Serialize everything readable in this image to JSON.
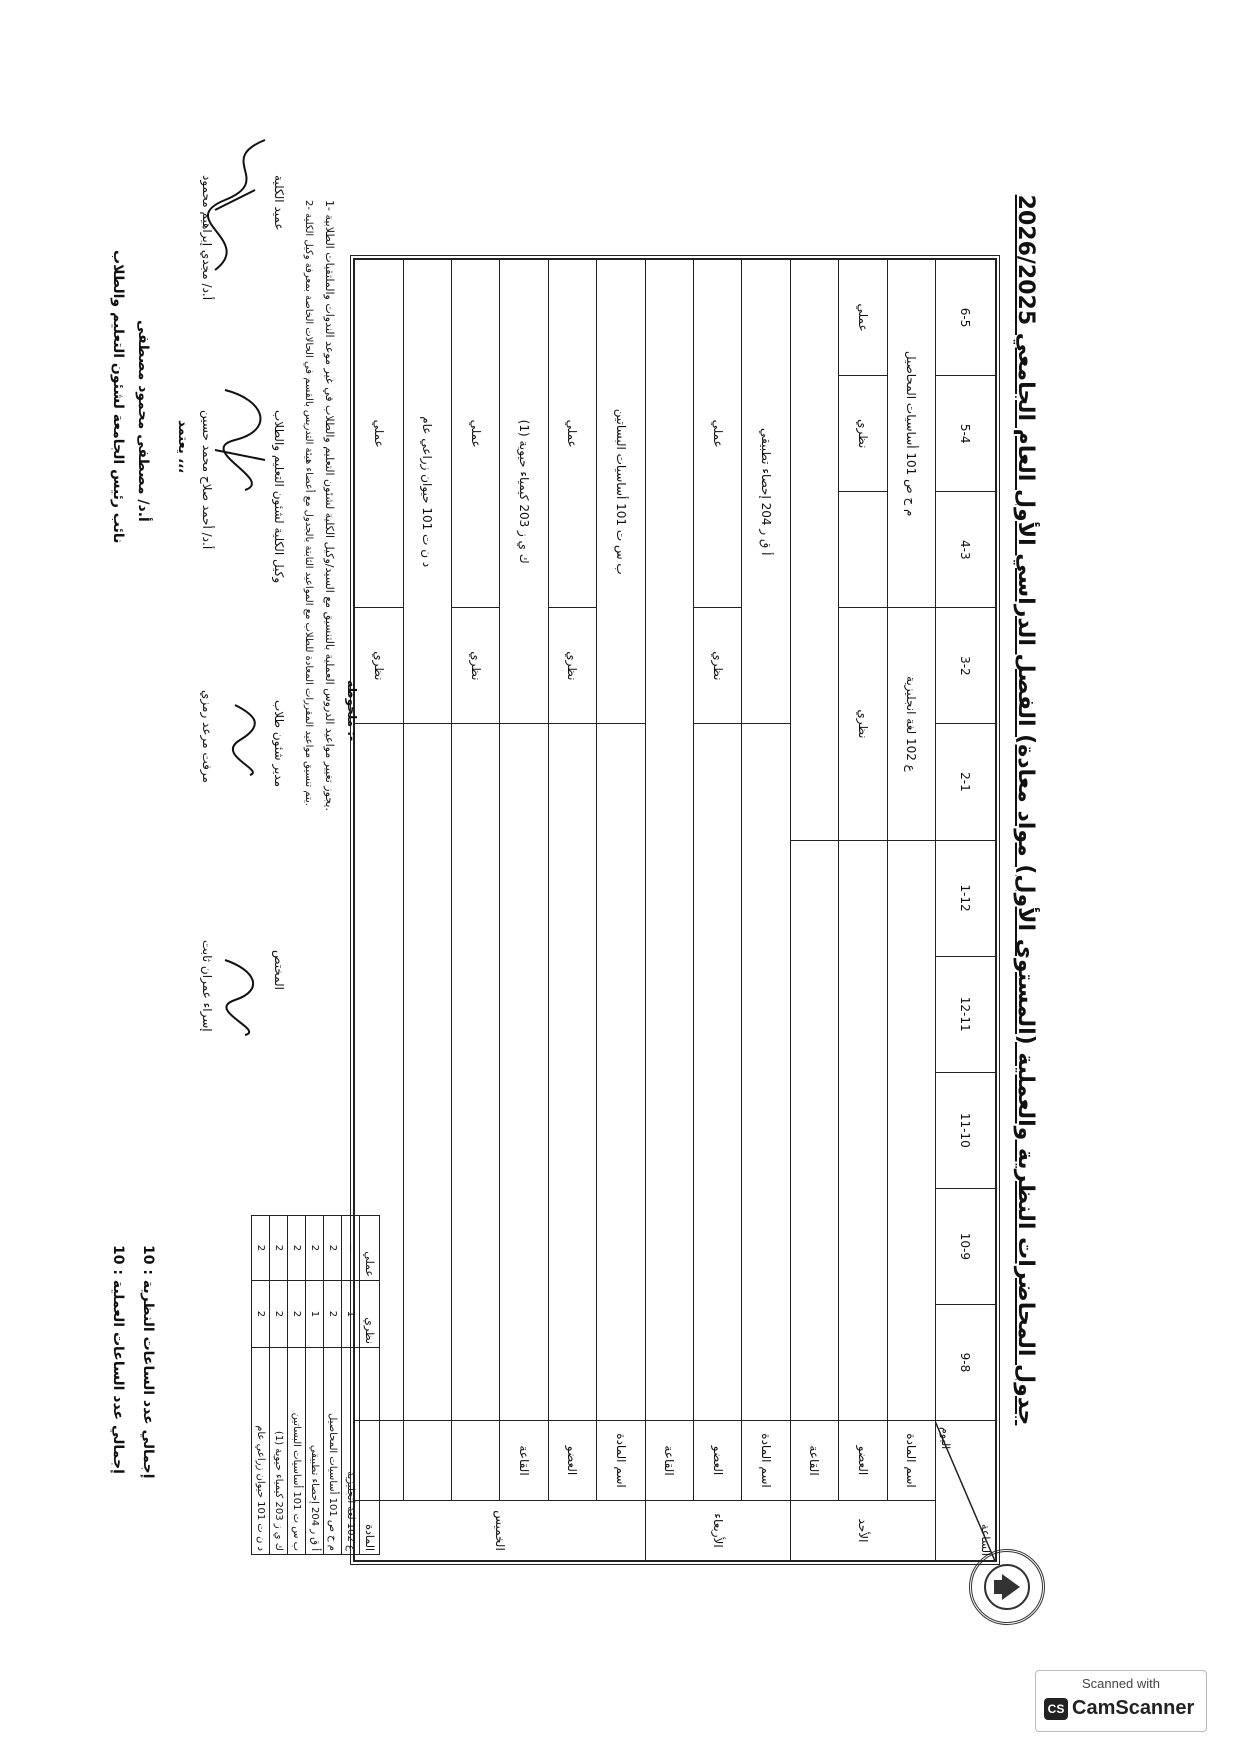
{
  "title": "جدول المحاضرات النظرية والعملية (المستوى الأول) مواد معادة) الفصل الدراسي الأول العام الجامعي 2026/2025",
  "grid": {
    "corner_time": "الساعة",
    "corner_day": "اليوم",
    "hours": [
      "9-8",
      "10-9",
      "11-10",
      "12-11",
      "1-12",
      "2-1",
      "3-2",
      "4-3",
      "5-4",
      "6-5"
    ],
    "row_labels": {
      "subject": "اسم المادة",
      "member": "العضو",
      "hall": "القاعة"
    },
    "days": {
      "sunday": "الأحد",
      "wednesday": "الأربعاء",
      "thursday": "الخميس"
    },
    "cells": {
      "sun_subject_1": "ع 102 لغة انجليزية",
      "sun_subject_2": "م ح ص 101 أساسيات المحاصيل",
      "sun_type_1": "نظري",
      "sun_type_2": "نظري",
      "sun_type_3": "عملي",
      "wed_subject": "أ ق ر 204 إحصاء تطبيقي",
      "wed_type_1": "نظري",
      "wed_type_2": "عملي",
      "thu_subject_1": "ب س ت 101 أساسيات البساتين",
      "thu_subject_2": "ك ي ز 203 كيمياء حيوية (1)",
      "thu_subject_3": "د ن ت 101 حيوان زراعي عام",
      "thu_type_1": "نظري",
      "thu_type_2": "عملي",
      "thu_type_3": "نظري",
      "thu_type_4": "عملي",
      "thu_type_5": "نظري",
      "thu_type_6": "عملي"
    }
  },
  "summary": {
    "headers": [
      "المادة",
      "نظري",
      "عملي"
    ],
    "rows": [
      [
        "ع 102 لغة انجليزية",
        "1",
        "—"
      ],
      [
        "م ح ص 101 أساسيات المحاصيل",
        "2",
        "2"
      ],
      [
        "أ ق ر 204 إحصاء تطبيقي",
        "1",
        "2"
      ],
      [
        "ب س ت 101 أساسيات البساتين",
        "2",
        "2"
      ],
      [
        "ك ي ز 203 كيمياء حيوية (1)",
        "2",
        "2"
      ],
      [
        "د ن ت 101 حيوان زراعي عام",
        "2",
        "2"
      ]
    ],
    "total_theory": "إجمالي عدد الساعات النظرية : 10",
    "total_practical": "إجمالي عدد الساعات العملية : 10"
  },
  "notes": {
    "heading": "ملحوظة :-",
    "note1": "1- يجوز تغيير مواعيد الدروس العملية بالتنسيق مع السيد/وكيل الكلية لشئون التعليم والطلاب في غير موعد الندوات والملتقيات الطلابية.",
    "note2": "2- يتم تنسيق مواعيد المقررات المعادة للطلاب مع المواعيد الثابتة بالجدول مع أعضاء هيئة التدريس بالقسم في الحالات الخاصة بمعرفة وكيل الكلية."
  },
  "signatures": {
    "specialist_title": "المختص",
    "specialist_name": "إسراء عمران ثابت",
    "director_title": "مدير شئون طلاب",
    "director_name": "مرفت مرعد رمزي",
    "vice_dean_title": "وكيل الكلية لشئون التعليم والطلاب",
    "vice_dean_name": "أ.د/ أحمد صلاح محمد حسين",
    "dean_title": "عميد الكلية",
    "dean_name": "أ.د/ مجدي إبراهيم محمود",
    "approve": "يعتمد ،،،",
    "vp_name": "أ.د/ مصطفى محمود مصطفى",
    "vp_title": "نائب رئيس الجامعة لشئون التعليم والطلاب"
  },
  "camscanner": {
    "line1": "Scanned with",
    "line2": "CamScanner",
    "badge": "CS"
  }
}
